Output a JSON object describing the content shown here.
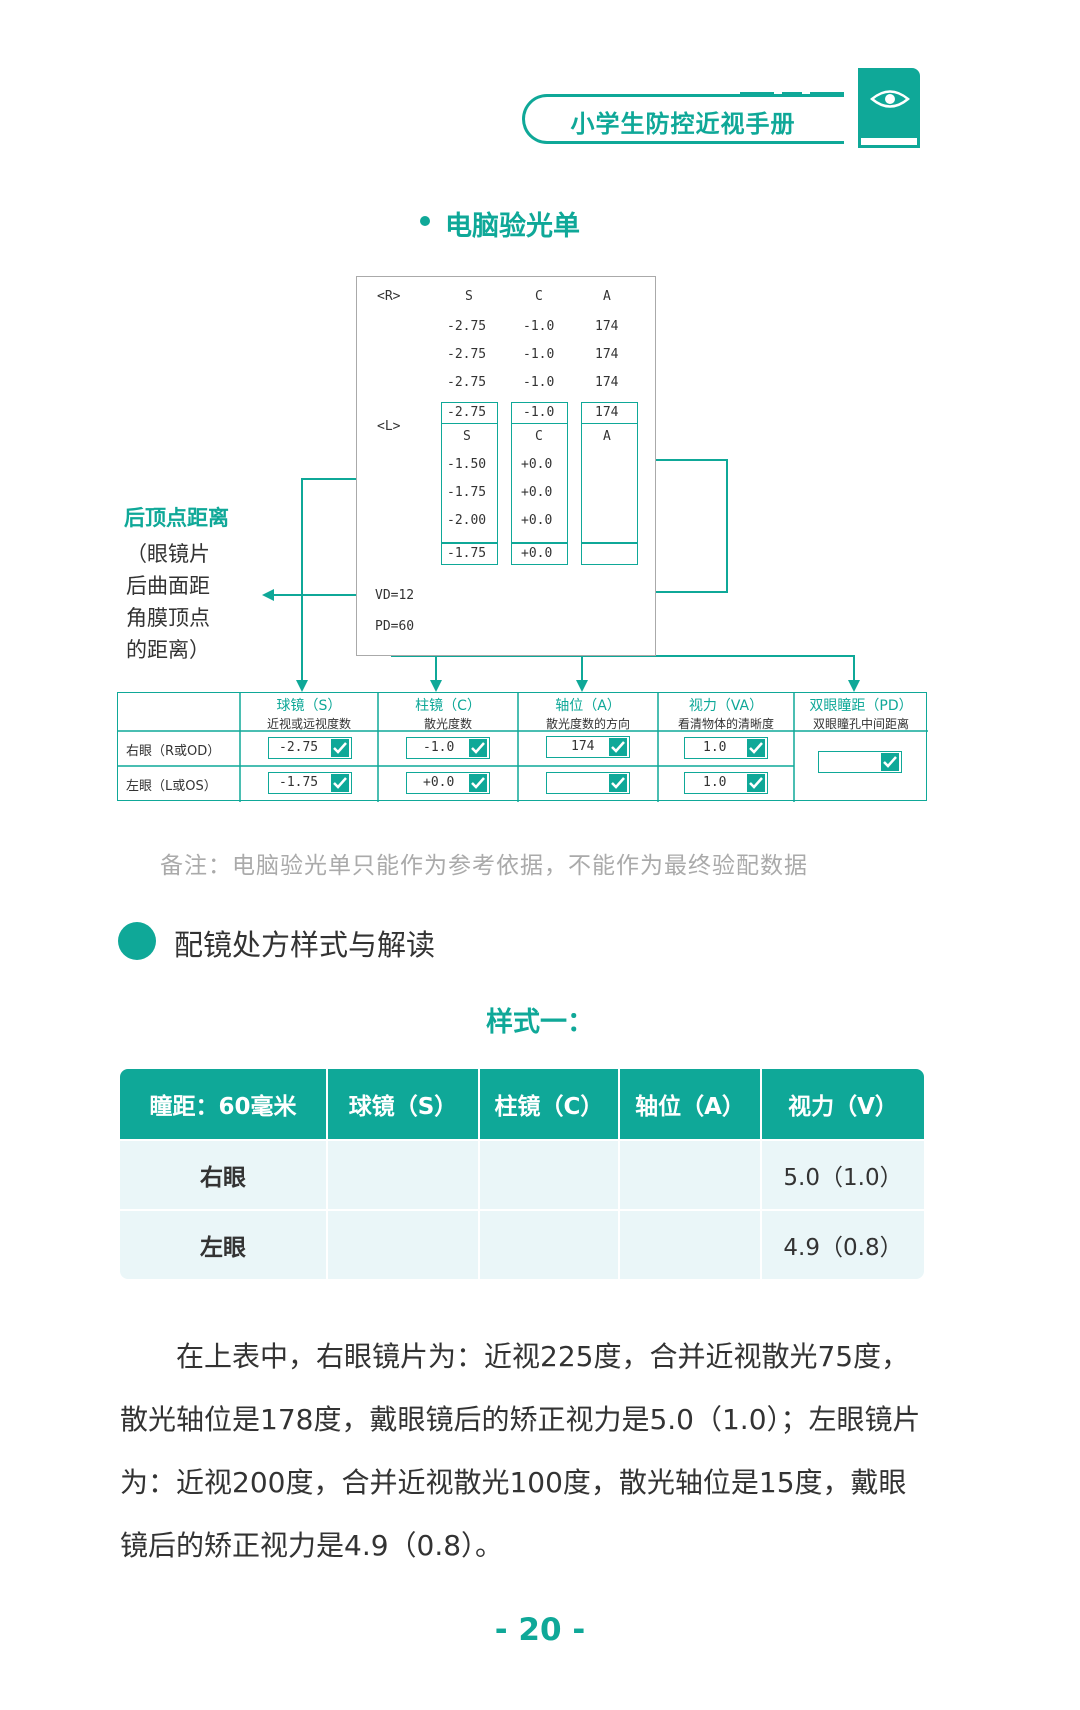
{
  "header": {
    "title": "小学生防控近视手册"
  },
  "receipt_section": {
    "title": "电脑验光单"
  },
  "receipt": {
    "r_label": "<R>",
    "l_label": "<L>",
    "col_s": "S",
    "col_c": "C",
    "col_a": "A",
    "r_rows": [
      [
        "-2.75",
        "-1.0",
        "174"
      ],
      [
        "-2.75",
        "-1.0",
        "174"
      ],
      [
        "-2.75",
        "-1.0",
        "174"
      ]
    ],
    "r_avg": [
      "-2.75",
      "-1.0",
      "174"
    ],
    "l_rows": [
      [
        "-1.50",
        "+0.0"
      ],
      [
        "-1.75",
        "+0.0"
      ],
      [
        "-2.00",
        "+0.0"
      ]
    ],
    "l_avg": [
      "-1.75",
      "+0.0",
      ""
    ],
    "vd": "VD=12",
    "pd": "PD=60"
  },
  "vd_annotation": {
    "label": "后顶点距离",
    "desc": [
      "（眼镜片",
      "后曲面距",
      "角膜顶点",
      "的距离）"
    ]
  },
  "summary_table": {
    "headers": [
      {
        "title": "球镜（S）",
        "desc": "近视或远视度数"
      },
      {
        "title": "柱镜（C）",
        "desc": "散光度数"
      },
      {
        "title": "轴位（A）",
        "desc": "散光度数的方向"
      },
      {
        "title": "视力（VA）",
        "desc": "看清物体的清晰度"
      },
      {
        "title": "双眼瞳距（PD）",
        "desc": "双眼瞳孔中间距离"
      }
    ],
    "rows": [
      {
        "label": "右眼（R或OD）",
        "values": [
          "-2.75",
          "-1.0",
          "174",
          "1.0"
        ]
      },
      {
        "label": "左眼（L或OS）",
        "values": [
          "-1.75",
          "+0.0",
          "",
          "1.0"
        ]
      }
    ]
  },
  "note": "备注：电脑验光单只能作为参考依据，不能作为最终验配数据",
  "section2": {
    "title": "配镜处方样式与解读"
  },
  "style_one": "样式一：",
  "rx_table": {
    "headers": [
      "瞳距：60毫米",
      "球镜（S）",
      "柱镜（C）",
      "轴位（A）",
      "视力（V）"
    ],
    "rows": [
      [
        "右眼",
        "",
        "",
        "",
        "5.0（1.0）"
      ],
      [
        "左眼",
        "",
        "",
        "",
        "4.9（0.8）"
      ]
    ]
  },
  "paragraph": "在上表中，右眼镜片为：近视225度，合并近视散光75度，散光轴位是178度，戴眼镜后的矫正视力是5.0（1.0）；左眼镜片为：近视200度，合并近视散光100度，散光轴位是15度，戴眼镜后的矫正视力是4.9（0.8）。",
  "page_number": "- 20 -",
  "colors": {
    "accent": "#0fa898",
    "row_bg": "#eaf6f8",
    "note": "#aaaaaa"
  }
}
